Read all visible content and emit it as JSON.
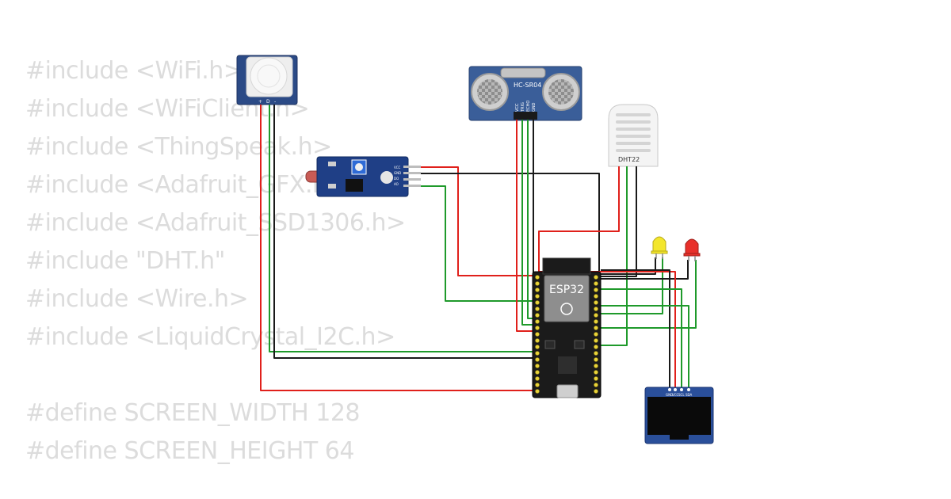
{
  "code": {
    "lines": [
      "#include <WiFi.h>",
      "#include <WiFiClient.h>",
      "#include <ThingSpeak.h>",
      "#include <Adafruit_GFX.h>",
      "#include <Adafruit_SSD1306.h>",
      "#include \"DHT.h\"",
      "#include <Wire.h>",
      "#include <LiquidCrystal_I2C.h>",
      "",
      "#define SCREEN_WIDTH 128",
      "#define SCREEN_HEIGHT 64"
    ]
  },
  "components": {
    "esp32": {
      "label": "ESP32"
    },
    "ultrasonic": {
      "label": "HC-SR04",
      "pins": [
        "VCC",
        "TRIG",
        "ECHO",
        "GND"
      ]
    },
    "dht": {
      "label": "DHT22"
    },
    "ldr": {
      "pins": [
        "VCC",
        "GND",
        "DO",
        "AO"
      ]
    },
    "pir": {
      "pins": [
        "+",
        "D",
        "-"
      ]
    },
    "oled": {
      "pins": [
        "GND",
        "VCC",
        "SCL",
        "SDA"
      ]
    }
  },
  "colors": {
    "wire_red": "#e0201b",
    "wire_black": "#1a1a1a",
    "wire_green": "#1f9a2b",
    "board_dark": "#1b1b1b",
    "module_blue": "#2b4a86",
    "led_yellow": "#f3e62c",
    "led_red": "#e8302a",
    "code_text": "#dcdcdc"
  }
}
